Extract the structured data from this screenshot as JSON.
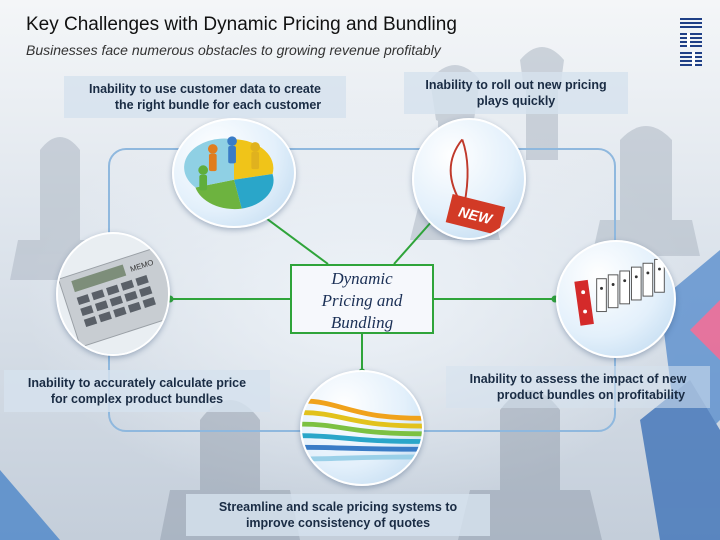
{
  "slide": {
    "title": "Key Challenges with Dynamic Pricing and Bundling",
    "subtitle": "Businesses face numerous obstacles to growing revenue profitably",
    "logo": "IBM",
    "center": {
      "line1": "Dynamic",
      "line2": "Pricing and",
      "line3": "Bundling"
    },
    "challenges": {
      "top_left": {
        "line1": "Inability to use customer data to create",
        "line2": "the right bundle for each customer"
      },
      "top_right": {
        "line1": "Inability to roll out new pricing",
        "line2": "plays quickly"
      },
      "bottom_left": {
        "line1": "Inability to accurately calculate price",
        "line2": "for complex product bundles"
      },
      "bottom_right": {
        "line1": "Inability to assess the impact of new",
        "line2": "product bundles on profitability"
      },
      "bottom": {
        "line1": "Streamline and scale pricing systems to",
        "line2": "improve consistency of quotes"
      }
    },
    "tag_label": "NEW",
    "calculator_label": "MEMO",
    "icons": [
      "people-pie-icon",
      "new-tag-icon",
      "calculator-icon",
      "dominoes-icon",
      "streams-icon",
      "ibm-logo-icon"
    ],
    "colors": {
      "connector": "#2fa43a",
      "frame": "#8fb8de",
      "title": "#111111",
      "label": "#1a2c44"
    }
  }
}
